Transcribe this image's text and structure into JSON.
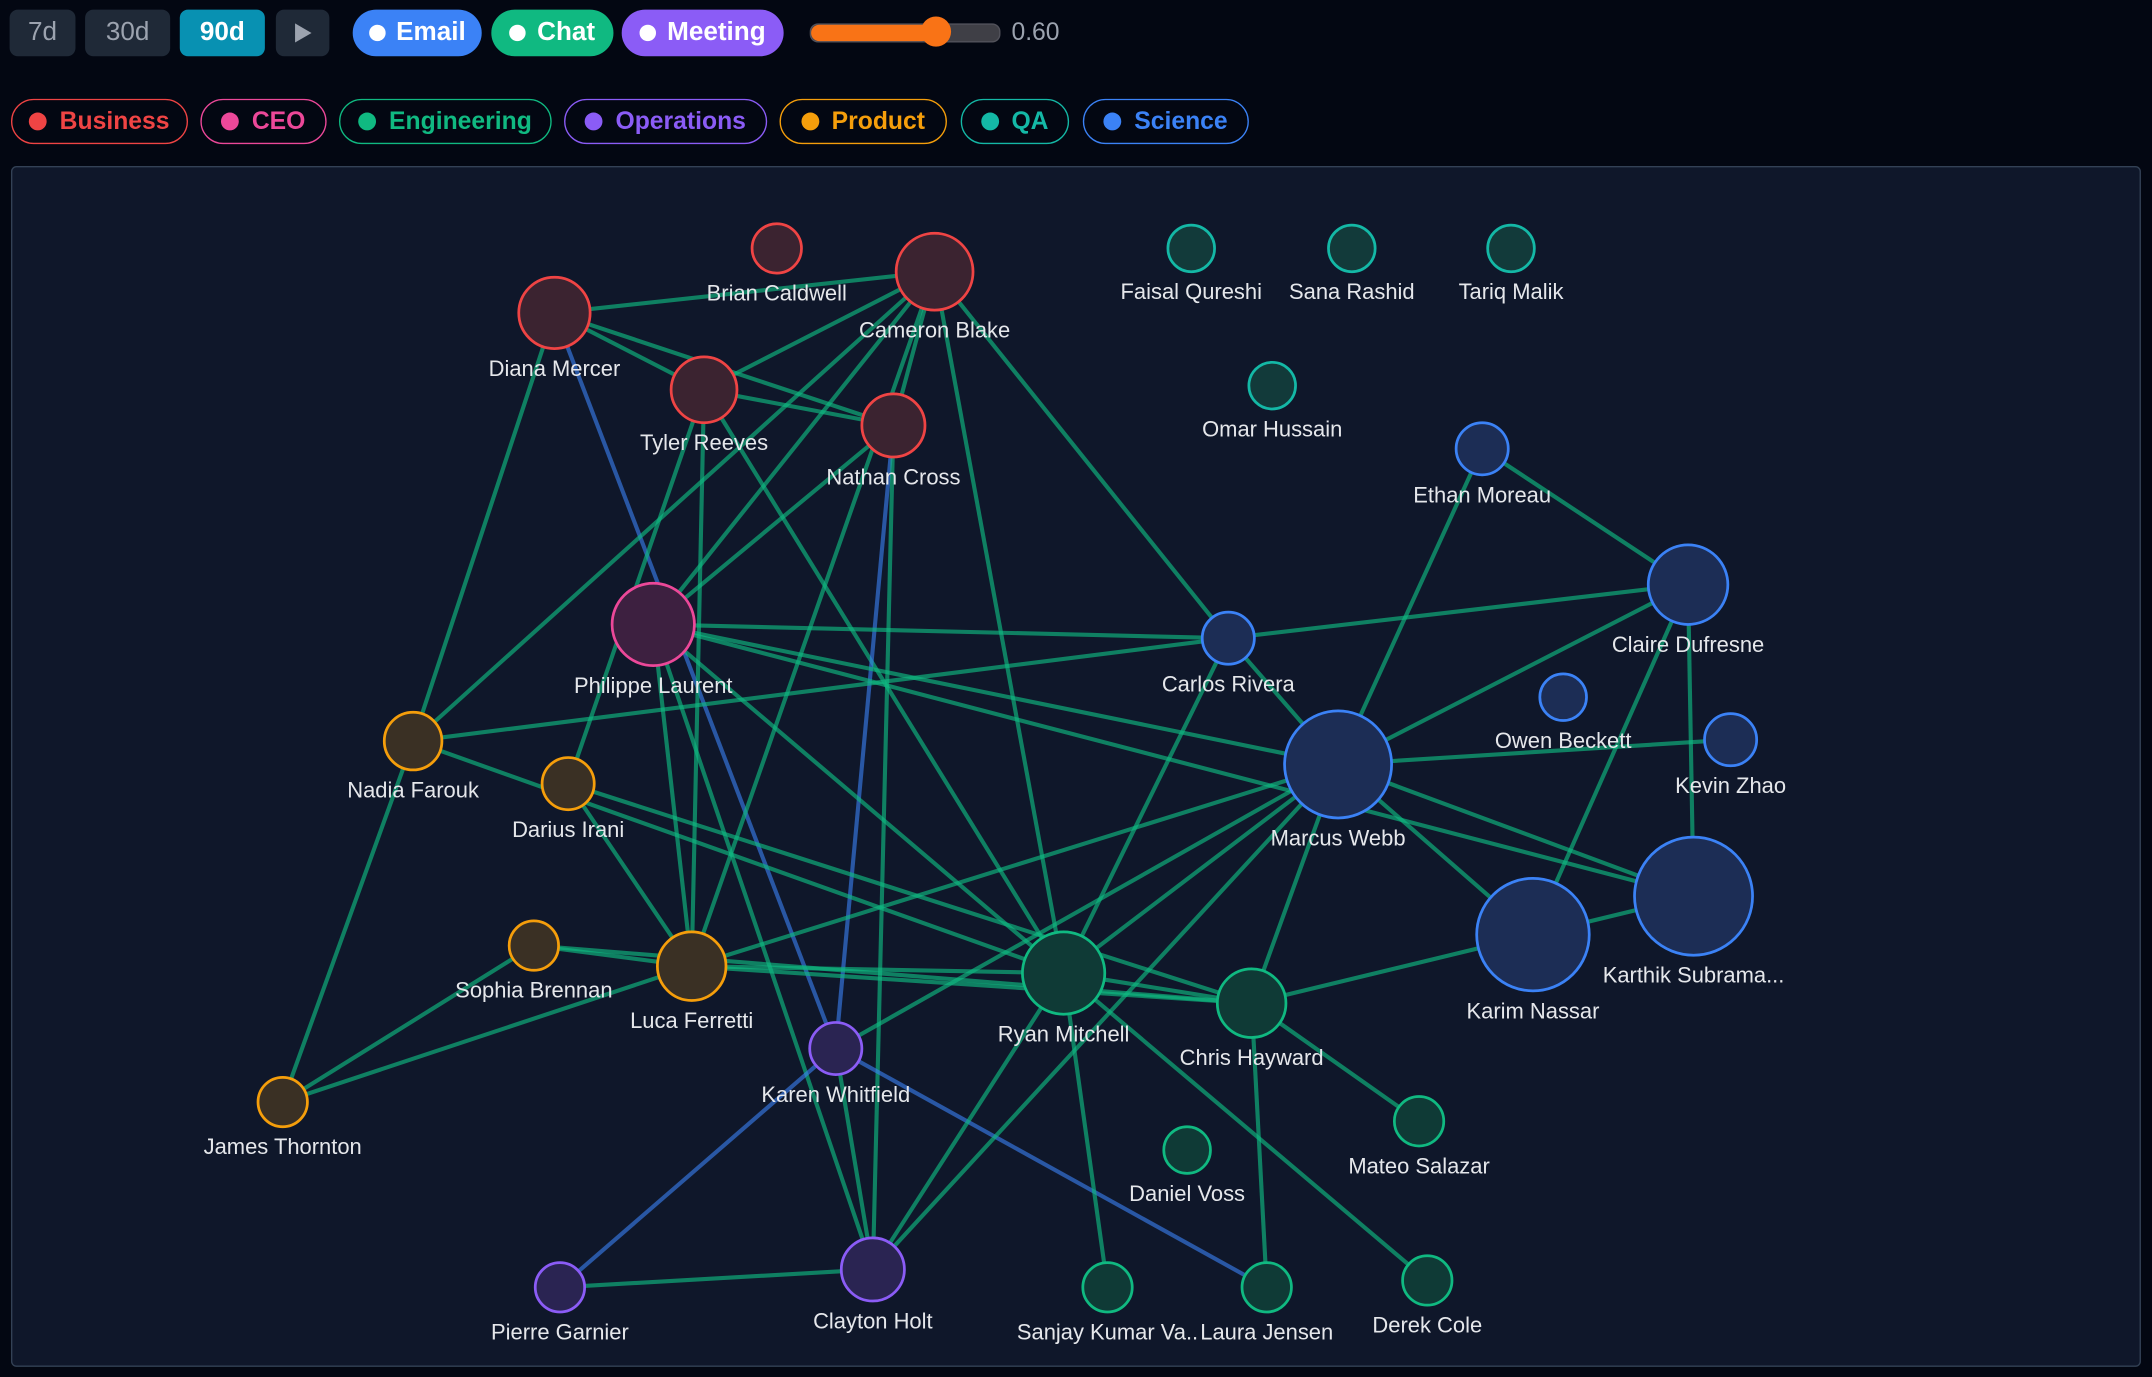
{
  "toolbar": {
    "ranges": [
      {
        "label": "7d",
        "active": false
      },
      {
        "label": "30d",
        "active": false
      },
      {
        "label": "90d",
        "active": true
      }
    ],
    "play_icon": "play-icon",
    "channels": [
      {
        "label": "Email",
        "color": "#3b82f6"
      },
      {
        "label": "Chat",
        "color": "#10b981"
      },
      {
        "label": "Meeting",
        "color": "#8b5cf6"
      }
    ],
    "threshold": {
      "value": 0.6,
      "display": "0.60",
      "min": 0,
      "max": 1,
      "color": "#f97316"
    }
  },
  "departments": [
    {
      "label": "Business",
      "color": "#ef4444"
    },
    {
      "label": "CEO",
      "color": "#ec4899"
    },
    {
      "label": "Engineering",
      "color": "#10b981"
    },
    {
      "label": "Operations",
      "color": "#8b5cf6"
    },
    {
      "label": "Product",
      "color": "#f59e0b"
    },
    {
      "label": "QA",
      "color": "#14b8a6"
    },
    {
      "label": "Science",
      "color": "#3b82f6"
    }
  ],
  "graph": {
    "nodes": [
      {
        "name": "Brian Caldwell",
        "dept": "Business"
      },
      {
        "name": "Cameron Blake",
        "dept": "Business"
      },
      {
        "name": "Diana Mercer",
        "dept": "Business"
      },
      {
        "name": "Tyler Reeves",
        "dept": "Business"
      },
      {
        "name": "Nathan Cross",
        "dept": "Business"
      },
      {
        "name": "Philippe Laurent",
        "dept": "CEO"
      },
      {
        "name": "Nadia Farouk",
        "dept": "Product"
      },
      {
        "name": "Darius Irani",
        "dept": "Product"
      },
      {
        "name": "Sophia Brennan",
        "dept": "Product"
      },
      {
        "name": "Luca Ferretti",
        "dept": "Product"
      },
      {
        "name": "James Thornton",
        "dept": "Product"
      },
      {
        "name": "Karen Whitfield",
        "dept": "Operations"
      },
      {
        "name": "Pierre Garnier",
        "dept": "Operations"
      },
      {
        "name": "Clayton Holt",
        "dept": "Operations"
      },
      {
        "name": "Ryan Mitchell",
        "dept": "Engineering"
      },
      {
        "name": "Chris Hayward",
        "dept": "Engineering"
      },
      {
        "name": "Mateo Salazar",
        "dept": "Engineering"
      },
      {
        "name": "Daniel Voss",
        "dept": "Engineering"
      },
      {
        "name": "Sanjay Kumar Va..",
        "dept": "Engineering"
      },
      {
        "name": "Laura Jensen",
        "dept": "Engineering"
      },
      {
        "name": "Derek Cole",
        "dept": "Engineering"
      },
      {
        "name": "Faisal Qureshi",
        "dept": "QA"
      },
      {
        "name": "Sana Rashid",
        "dept": "QA"
      },
      {
        "name": "Tariq Malik",
        "dept": "QA"
      },
      {
        "name": "Omar Hussain",
        "dept": "QA"
      },
      {
        "name": "Ethan Moreau",
        "dept": "Science"
      },
      {
        "name": "Claire Dufresne",
        "dept": "Science"
      },
      {
        "name": "Carlos Rivera",
        "dept": "Science"
      },
      {
        "name": "Owen Beckett",
        "dept": "Science"
      },
      {
        "name": "Kevin Zhao",
        "dept": "Science"
      },
      {
        "name": "Marcus Webb",
        "dept": "Science"
      },
      {
        "name": "Karim Nassar",
        "dept": "Science"
      },
      {
        "name": "Karthik Subrama...",
        "dept": "Science"
      }
    ],
    "edges": [
      [
        "Diana Mercer",
        "Cameron Blake",
        "Chat"
      ],
      [
        "Diana Mercer",
        "Tyler Reeves",
        "Chat"
      ],
      [
        "Diana Mercer",
        "Nathan Cross",
        "Chat"
      ],
      [
        "Diana Mercer",
        "Nadia Farouk",
        "Chat"
      ],
      [
        "Diana Mercer",
        "Karen Whitfield",
        "Email"
      ],
      [
        "Cameron Blake",
        "Tyler Reeves",
        "Chat"
      ],
      [
        "Cameron Blake",
        "Nathan Cross",
        "Chat"
      ],
      [
        "Cameron Blake",
        "Philippe Laurent",
        "Chat"
      ],
      [
        "Cameron Blake",
        "Nadia Farouk",
        "Chat"
      ],
      [
        "Cameron Blake",
        "Luca Ferretti",
        "Chat"
      ],
      [
        "Cameron Blake",
        "Ryan Mitchell",
        "Chat"
      ],
      [
        "Cameron Blake",
        "Carlos Rivera",
        "Chat"
      ],
      [
        "Tyler Reeves",
        "Nathan Cross",
        "Chat"
      ],
      [
        "Tyler Reeves",
        "Darius Irani",
        "Chat"
      ],
      [
        "Tyler Reeves",
        "Luca Ferretti",
        "Chat"
      ],
      [
        "Tyler Reeves",
        "Ryan Mitchell",
        "Chat"
      ],
      [
        "Nathan Cross",
        "Philippe Laurent",
        "Chat"
      ],
      [
        "Nathan Cross",
        "Karen Whitfield",
        "Email"
      ],
      [
        "Nathan Cross",
        "Clayton Holt",
        "Chat"
      ],
      [
        "Philippe Laurent",
        "Carlos Rivera",
        "Chat"
      ],
      [
        "Philippe Laurent",
        "Marcus Webb",
        "Chat"
      ],
      [
        "Philippe Laurent",
        "Karthik Subrama...",
        "Chat"
      ],
      [
        "Philippe Laurent",
        "Luca Ferretti",
        "Chat"
      ],
      [
        "Philippe Laurent",
        "Ryan Mitchell",
        "Chat"
      ],
      [
        "Philippe Laurent",
        "Clayton Holt",
        "Chat"
      ],
      [
        "Nadia Farouk",
        "Carlos Rivera",
        "Chat"
      ],
      [
        "Nadia Farouk",
        "James Thornton",
        "Chat"
      ],
      [
        "Nadia Farouk",
        "Ryan Mitchell",
        "Chat"
      ],
      [
        "Darius Irani",
        "Luca Ferretti",
        "Chat"
      ],
      [
        "Darius Irani",
        "Chris Hayward",
        "Chat"
      ],
      [
        "Sophia Brennan",
        "Luca Ferretti",
        "Chat"
      ],
      [
        "Sophia Brennan",
        "Chris Hayward",
        "Chat"
      ],
      [
        "James Thornton",
        "Luca Ferretti",
        "Chat"
      ],
      [
        "James Thornton",
        "Sophia Brennan",
        "Chat"
      ],
      [
        "Luca Ferretti",
        "Ryan Mitchell",
        "Chat"
      ],
      [
        "Luca Ferretti",
        "Chris Hayward",
        "Chat"
      ],
      [
        "Luca Ferretti",
        "Marcus Webb",
        "Chat"
      ],
      [
        "Karen Whitfield",
        "Marcus Webb",
        "Chat"
      ],
      [
        "Karen Whitfield",
        "Pierre Garnier",
        "Email"
      ],
      [
        "Karen Whitfield",
        "Laura Jensen",
        "Email"
      ],
      [
        "Karen Whitfield",
        "Clayton Holt",
        "Chat"
      ],
      [
        "Pierre Garnier",
        "Clayton Holt",
        "Chat"
      ],
      [
        "Clayton Holt",
        "Ryan Mitchell",
        "Chat"
      ],
      [
        "Clayton Holt",
        "Marcus Webb",
        "Chat"
      ],
      [
        "Ryan Mitchell",
        "Marcus Webb",
        "Chat"
      ],
      [
        "Ryan Mitchell",
        "Carlos Rivera",
        "Chat"
      ],
      [
        "Ryan Mitchell",
        "Chris Hayward",
        "Chat"
      ],
      [
        "Ryan Mitchell",
        "Sanjay Kumar Va..",
        "Chat"
      ],
      [
        "Ryan Mitchell",
        "Derek Cole",
        "Chat"
      ],
      [
        "Chris Hayward",
        "Laura Jensen",
        "Chat"
      ],
      [
        "Chris Hayward",
        "Mateo Salazar",
        "Chat"
      ],
      [
        "Chris Hayward",
        "Marcus Webb",
        "Chat"
      ],
      [
        "Chris Hayward",
        "Karthik Subrama...",
        "Chat"
      ],
      [
        "Marcus Webb",
        "Carlos Rivera",
        "Chat"
      ],
      [
        "Marcus Webb",
        "Ethan Moreau",
        "Chat"
      ],
      [
        "Marcus Webb",
        "Claire Dufresne",
        "Chat"
      ],
      [
        "Marcus Webb",
        "Kevin Zhao",
        "Chat"
      ],
      [
        "Marcus Webb",
        "Karim Nassar",
        "Chat"
      ],
      [
        "Marcus Webb",
        "Karthik Subrama...",
        "Chat"
      ],
      [
        "Ethan Moreau",
        "Claire Dufresne",
        "Chat"
      ],
      [
        "Claire Dufresne",
        "Carlos Rivera",
        "Chat"
      ],
      [
        "Claire Dufresne",
        "Karim Nassar",
        "Chat"
      ],
      [
        "Claire Dufresne",
        "Karthik Subrama...",
        "Chat"
      ]
    ]
  }
}
